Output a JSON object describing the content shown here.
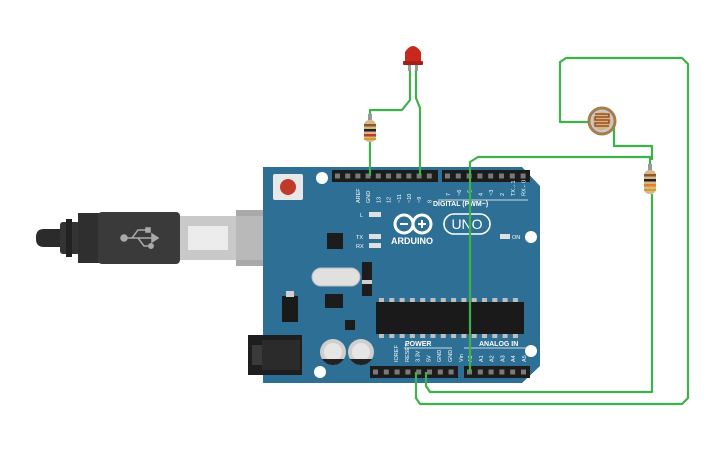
{
  "board": {
    "brand": "ARDUINO",
    "model": "UNO",
    "digital_label": "DIGITAL (PWM~)",
    "power_label": "POWER",
    "analog_label": "ANALOG IN",
    "on_label": "ON",
    "led_labels": [
      "L",
      "TX",
      "RX"
    ],
    "digital_pins_left": [
      "AREF",
      "GND",
      "13",
      "12",
      "~11",
      "~10",
      "~9",
      "8"
    ],
    "digital_pins_right": [
      "7",
      "~6",
      "~5",
      "4",
      "~3",
      "2",
      "TX→1",
      "RX←0"
    ],
    "power_pins": [
      "IOREF",
      "RESET",
      "3.3V",
      "5V",
      "GND",
      "GND",
      "Vin"
    ],
    "analog_pins": [
      "A0",
      "A1",
      "A2",
      "A3",
      "A4",
      "A5"
    ]
  },
  "components": {
    "led_color": "#c8281e",
    "resistor_body_color": "#d8b78a",
    "wire_color": "#3fb14a",
    "board_color": "#2e6f95"
  }
}
